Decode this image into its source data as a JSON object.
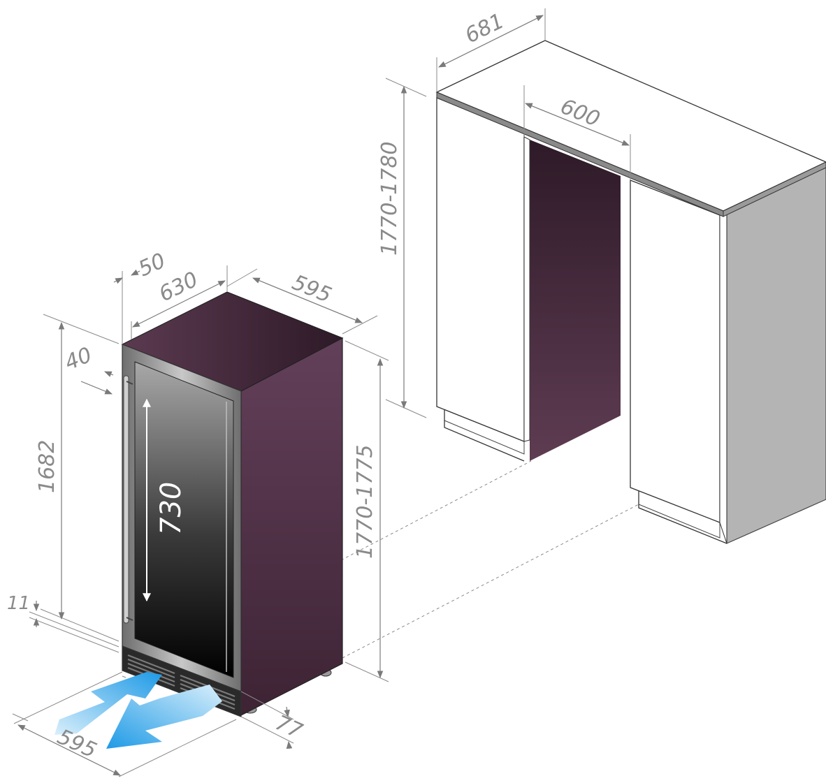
{
  "dimensions": {
    "cabinet_depth": "681",
    "niche_width": "600",
    "niche_height": "1770-1780",
    "door_offset": "50",
    "unit_depth": "630",
    "unit_width_top": "595",
    "handle_gap": "40",
    "unit_height_body": "1682",
    "door_opening_arc": "730",
    "unit_height_total": "1770-1775",
    "foot_height": "11",
    "unit_width_bottom": "595",
    "base_height": "77"
  },
  "colors": {
    "unit_top": "#3f2535",
    "unit_side": "#5c3a52",
    "unit_side_dark": "#3b2232",
    "glass_top": "#9a9a9a",
    "glass_bottom": "#050505",
    "frame": "#8c8c8c",
    "cabinet_white": "#ffffff",
    "cabinet_side": "#b4b4b4",
    "airflow": "#2aa3e8",
    "dimension_text": "#8a8a8a"
  }
}
